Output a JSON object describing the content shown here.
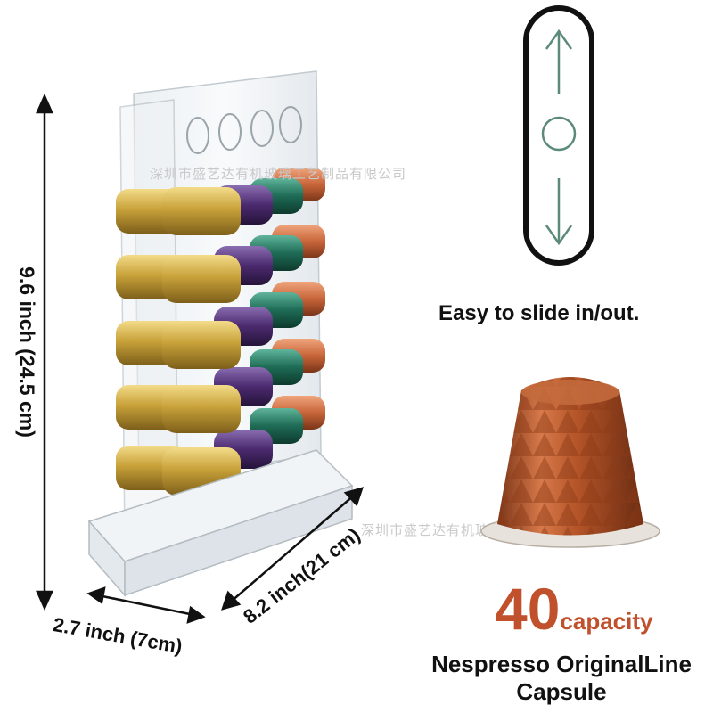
{
  "dimensions": {
    "height": "9.6 inch (24.5 cm)",
    "depth": "8.2 inch(21 cm)",
    "width": "2.7 inch (7cm)"
  },
  "watermark_text": "深圳市盛艺达有机玻璃工艺制品有限公司",
  "slot_diagram": {
    "icons": [
      "arrow-up-icon",
      "circle-icon",
      "arrow-down-icon"
    ]
  },
  "feature_text": "Easy to slide in/out.",
  "capacity": {
    "number": "40",
    "word": "capacity"
  },
  "product_name": {
    "line1": "Nespresso OriginalLine",
    "line2": "Capsule"
  },
  "colors": {
    "capsule_gold": "#c9a23a",
    "capsule_purple": "#4b2a6e",
    "capsule_green": "#1e6b55",
    "capsule_copper": "#c8653a",
    "accent_red": "#c0512c",
    "slot_teal": "#5b8a7c"
  }
}
